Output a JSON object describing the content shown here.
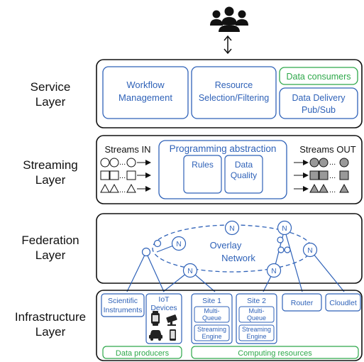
{
  "colors": {
    "blue": "#2f62b8",
    "green": "#2ea84a",
    "black": "#111111"
  },
  "layers": {
    "service": {
      "title_line1": "Service",
      "title_line2": "Layer"
    },
    "streaming": {
      "title_line1": "Streaming",
      "title_line2": "Layer"
    },
    "federation": {
      "title_line1": "Federation",
      "title_line2": "Layer"
    },
    "infrastructure": {
      "title_line1": "Infrastructure",
      "title_line2": "Layer"
    }
  },
  "service": {
    "workflow_line1": "Workflow",
    "workflow_line2": "Management",
    "resource_line1": "Resource",
    "resource_line2": "Selection/Filtering",
    "data_consumers": "Data consumers",
    "delivery_line1": "Data Delivery",
    "delivery_line2": "Pub/Sub"
  },
  "streaming": {
    "streams_in": "Streams IN",
    "streams_out": "Streams OUT",
    "programming_abstraction": "Programming abstraction",
    "rules": "Rules",
    "quality_line1": "Data",
    "quality_line2": "Quality",
    "ellipsis": "..."
  },
  "federation": {
    "overlay_line1": "Overlay",
    "overlay_line2": "Network",
    "node_label": "N"
  },
  "infrastructure": {
    "scientific_line1": "Scientific",
    "scientific_line2": "Instruments",
    "iot_line1": "IoT",
    "iot_line2": "Devices",
    "site1": "Site 1",
    "site2": "Site 2",
    "multiqueue_line1": "Multi-",
    "multiqueue_line2": "Queue",
    "engine_line1": "Streaming",
    "engine_line2": "Engine",
    "router": "Router",
    "cloudlet": "Cloudlet",
    "data_producers": "Data producers",
    "computing_resources": "Computing resources"
  },
  "icons": [
    "users-icon",
    "bidirectional-arrow-icon",
    "watch-icon",
    "camera-icon",
    "car-icon",
    "phone-icon"
  ]
}
